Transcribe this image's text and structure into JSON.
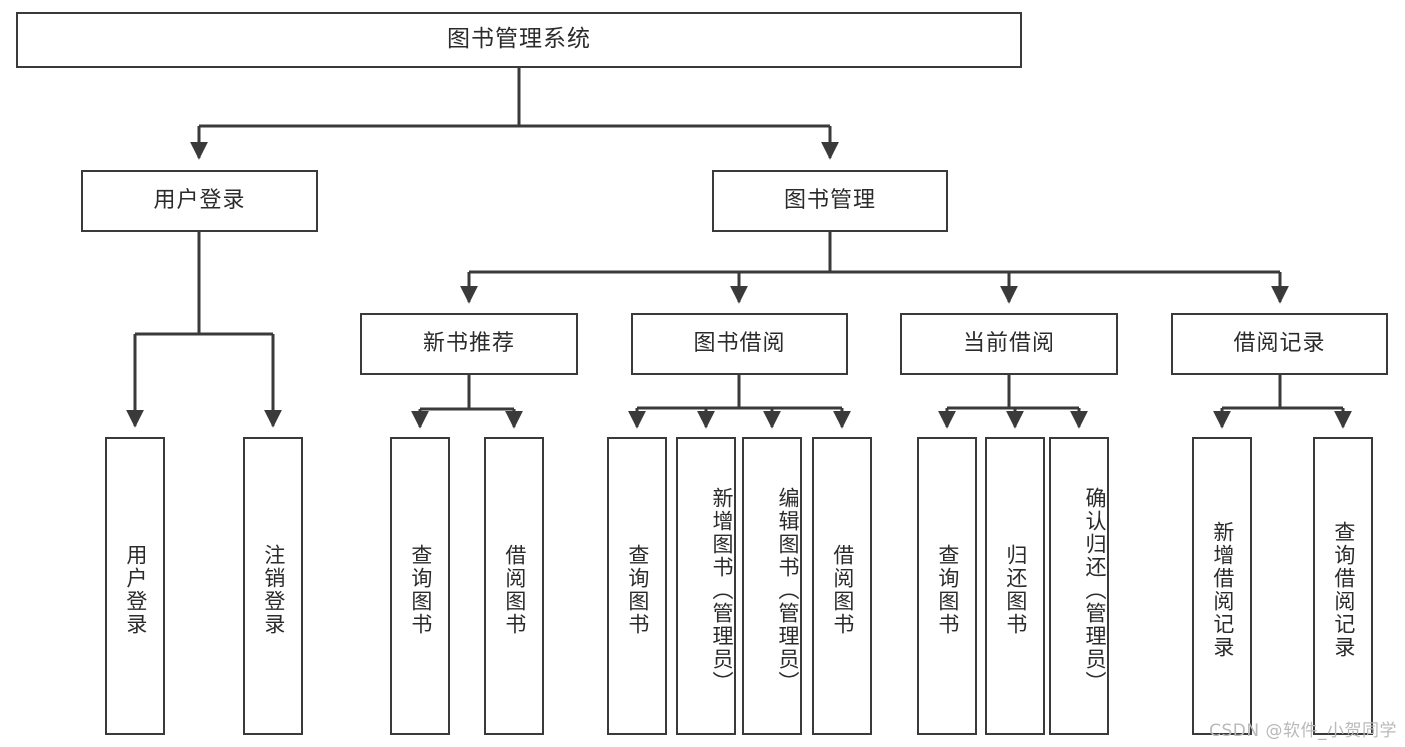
{
  "diagram": {
    "type": "tree",
    "title": "图书管理系统",
    "orientation": "top-down",
    "line_color": "#3a3a3a",
    "box_fill": "#ffffff",
    "text_color": "#2b2b2b"
  },
  "root": {
    "label": "图书管理系统"
  },
  "level2": [
    {
      "label": "用户登录"
    },
    {
      "label": "图书管理"
    }
  ],
  "level3": [
    {
      "label": "新书推荐"
    },
    {
      "label": "图书借阅"
    },
    {
      "label": "当前借阅"
    },
    {
      "label": "借阅记录"
    }
  ],
  "leaves": {
    "user_login": [
      {
        "label": "用户登录"
      },
      {
        "label": "注销登录"
      }
    ],
    "new_book": [
      {
        "label": "查询图书"
      },
      {
        "label": "借阅图书"
      }
    ],
    "book_borrow": [
      {
        "label": "查询图书"
      },
      {
        "label": "新增图书（管理员）"
      },
      {
        "label": "编辑图书（管理员）"
      },
      {
        "label": "借阅图书"
      }
    ],
    "current_borrow": [
      {
        "label": "查询图书"
      },
      {
        "label": "归还图书"
      },
      {
        "label": "确认归还（管理员）"
      }
    ],
    "borrow_record": [
      {
        "label": "新增借阅记录"
      },
      {
        "label": "查询借阅记录"
      }
    ]
  },
  "watermark": {
    "text": "CSDN @软件_小贺同学"
  }
}
